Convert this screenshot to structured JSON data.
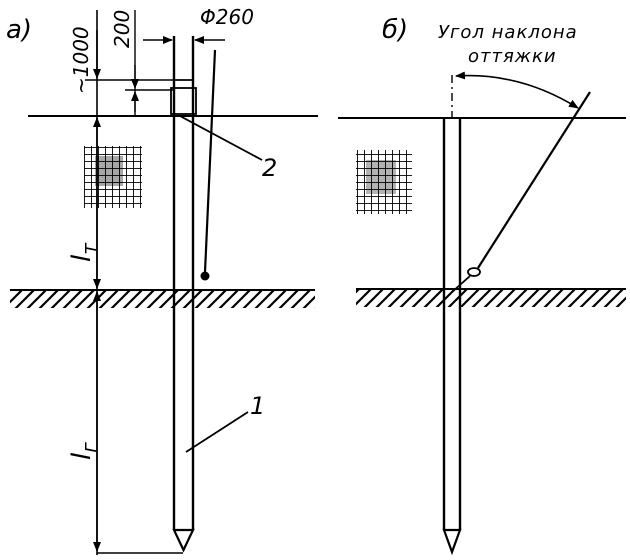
{
  "panels": {
    "a": {
      "label": "а)",
      "dims": {
        "d_top": "~1000",
        "d_200": "200",
        "diameter": "Φ260",
        "l_upper": "l",
        "l_upper_sub": "т",
        "l_lower": "l",
        "l_lower_sub": "г"
      },
      "callouts": {
        "c1": "1",
        "c2": "2"
      }
    },
    "b": {
      "label": "б)",
      "caption_line1": "Угол наклона",
      "caption_line2": "оттяжки"
    }
  },
  "colors": {
    "ink": "#000000",
    "paper": "#ffffff"
  },
  "icons": [
    "ground-hatch",
    "soil-grid",
    "pile-tip"
  ]
}
